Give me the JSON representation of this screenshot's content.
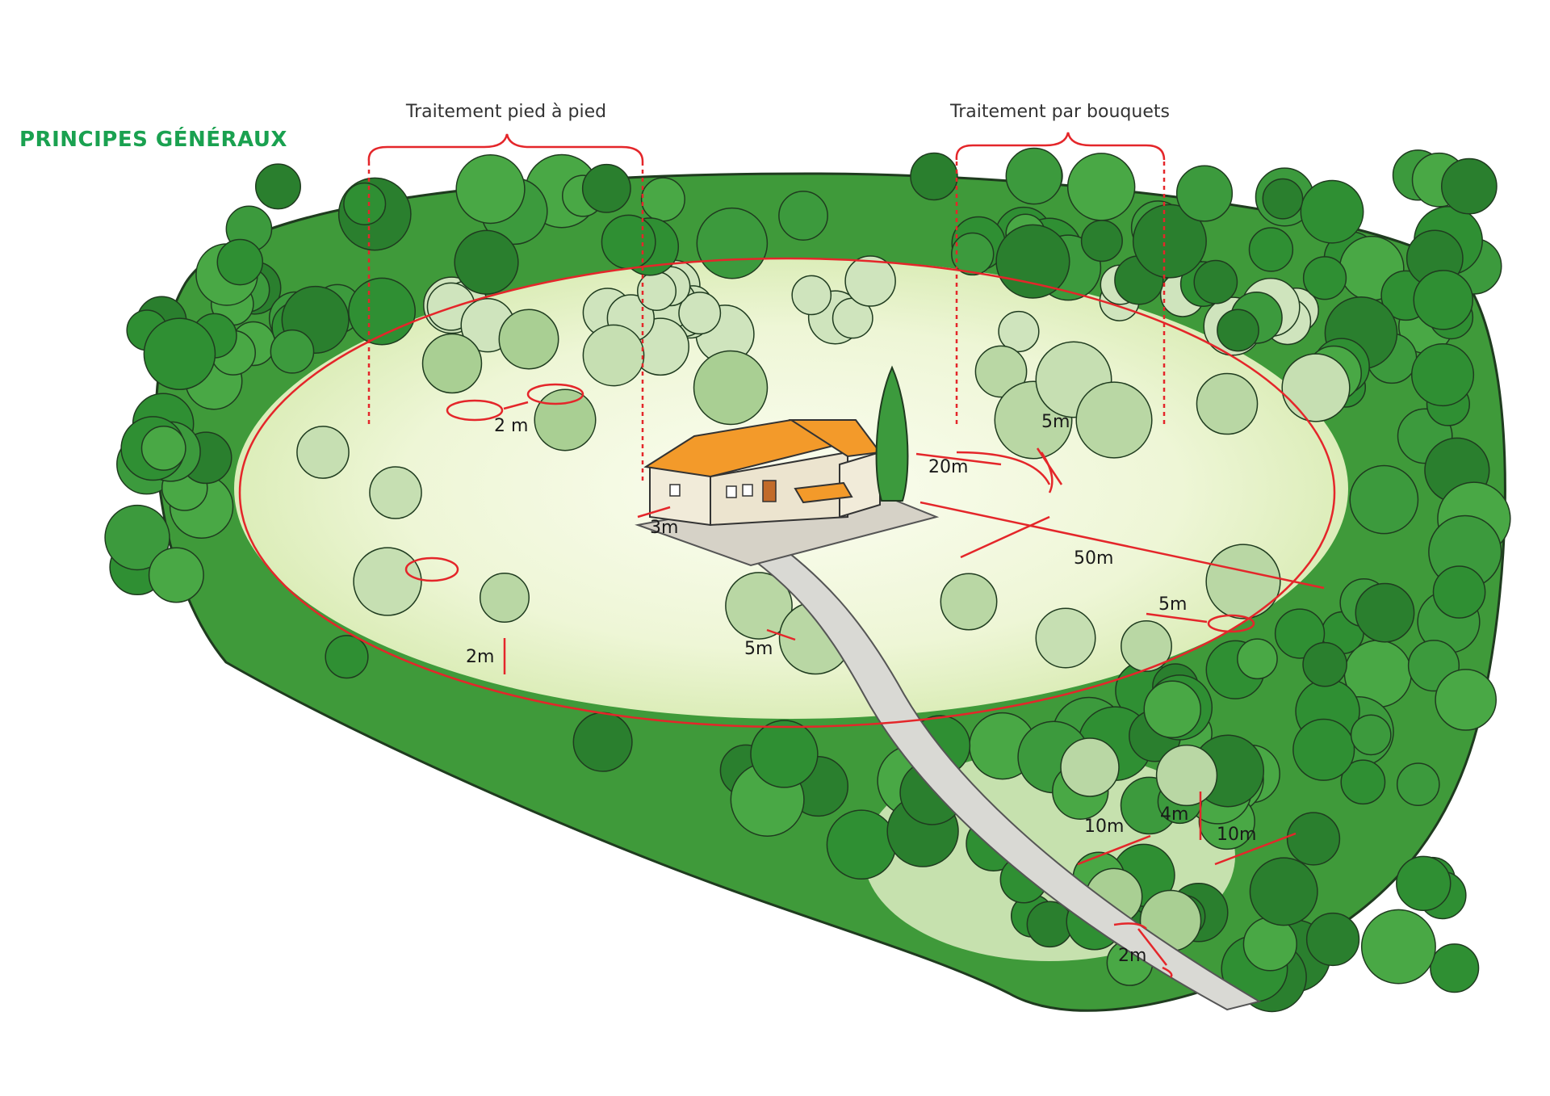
{
  "title": "PRINCIPES GÉNÉRAUX",
  "treatments": {
    "left": "Traitement pied à pied",
    "right": "Traitement par bouquets"
  },
  "distances": {
    "d_2m_trees_top": "2 m",
    "d_5m_bouquets": "5m",
    "d_20m": "20m",
    "d_3m_house": "3m",
    "d_50m": "50m",
    "d_2m_height_left": "2m",
    "d_5m_shrubs": "5m",
    "d_5m_right": "5m",
    "d_10m_left": "10m",
    "d_4m_road": "4m",
    "d_10m_right": "10m",
    "d_2m_road_trees": "2m"
  },
  "colors": {
    "accent_red": "#e4262a",
    "title_green": "#1aa150",
    "tree_dark": "#2f8f33",
    "tree_light": "#b9d7a4",
    "roof": "#f39a2a",
    "clearing": "#f0f6d8"
  }
}
